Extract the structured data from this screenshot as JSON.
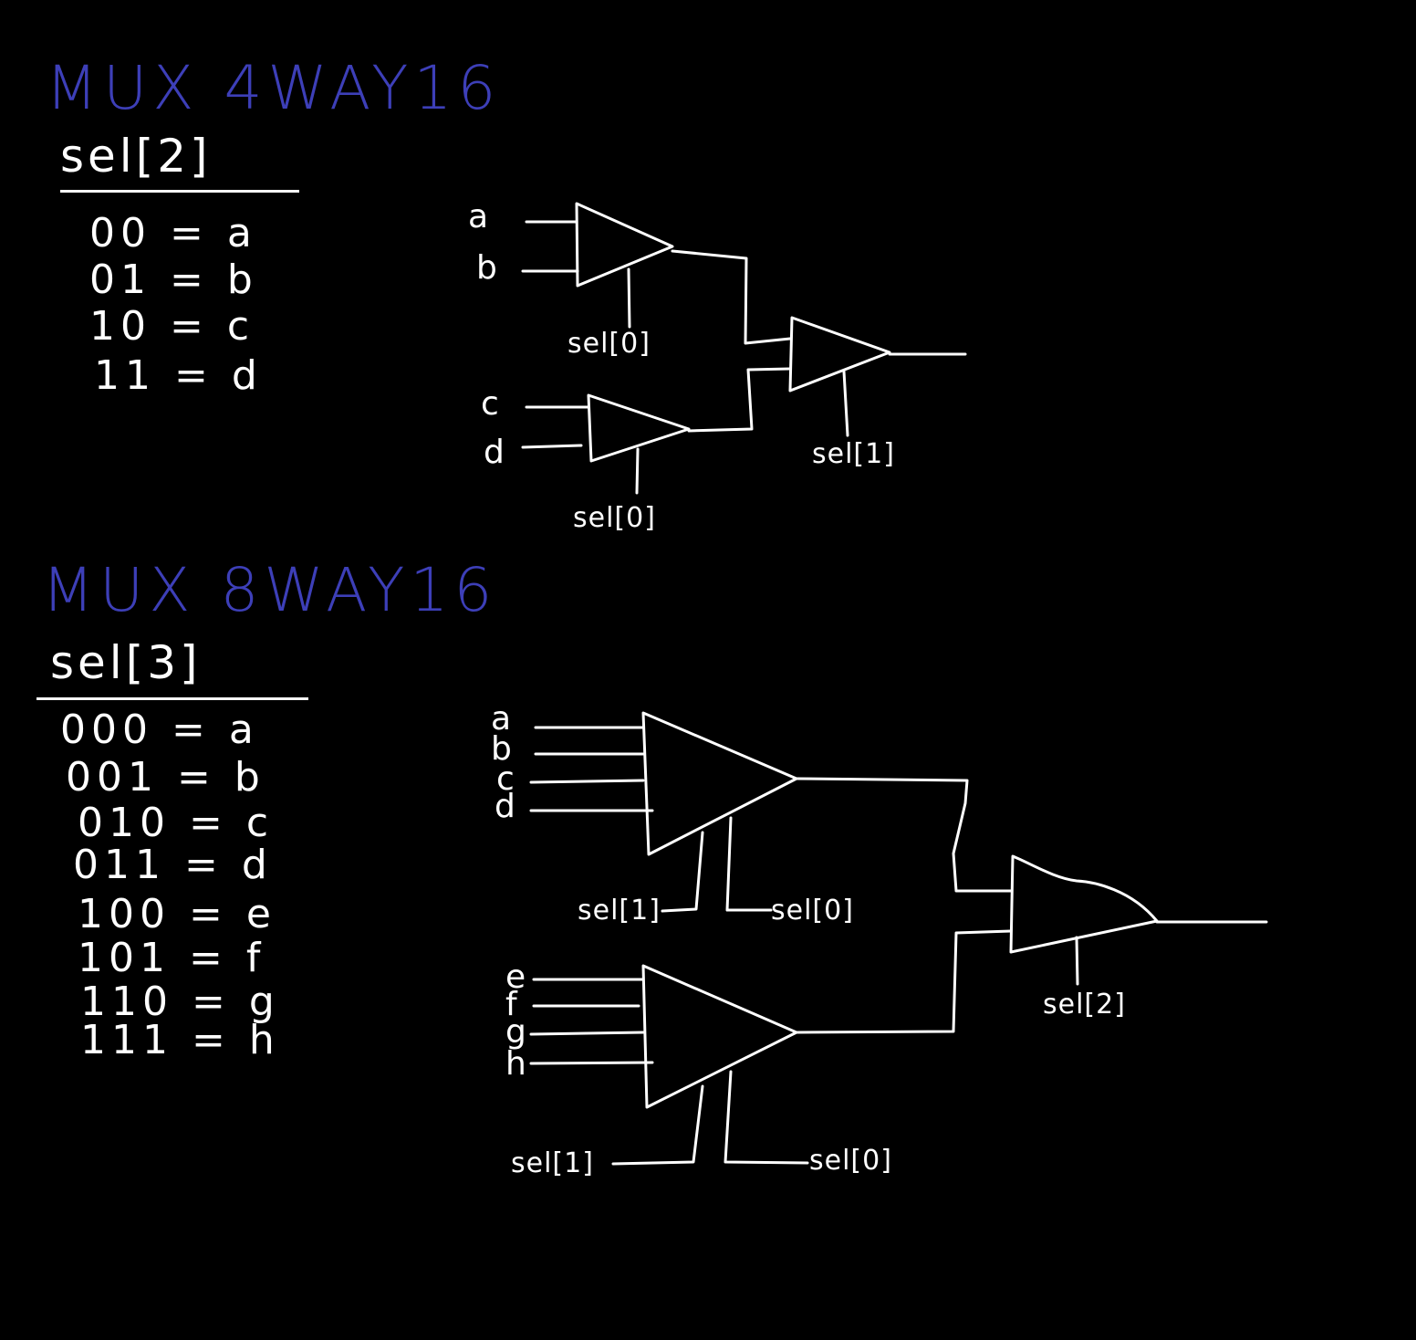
{
  "colors": {
    "background": "#000000",
    "ink": "#ffffff",
    "title_ink": "#3d3fb8"
  },
  "mux4": {
    "title": "MUX 4WAY16",
    "header": "sel[2]",
    "rows": [
      "00 = a",
      "01 = b",
      "10 = c",
      "11 = d"
    ],
    "inputs": [
      "a",
      "b",
      "c",
      "d"
    ],
    "sel_labels": [
      "sel[0]",
      "sel[0]",
      "sel[1]"
    ]
  },
  "mux8": {
    "title": "MUX 8WAY16",
    "header": "sel[3]",
    "rows": [
      "000 = a",
      "001 = b",
      "010 = c",
      "011 = d",
      "100 = e",
      "101 = f",
      "110 = g",
      "111 = h"
    ],
    "inputs": [
      "a",
      "b",
      "c",
      "d",
      "e",
      "f",
      "g",
      "h"
    ],
    "sel_labels": [
      "sel[1]",
      "sel[0]",
      "sel[1]",
      "sel[0]",
      "sel[2]"
    ]
  }
}
